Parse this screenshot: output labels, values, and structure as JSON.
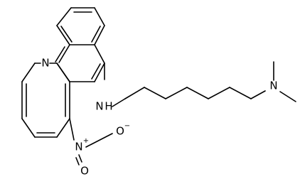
{
  "molecule": {
    "atoms": {
      "ring_n": "N",
      "amine_n": "N",
      "amine_h": "H",
      "dimethyl_n": "N",
      "nitro_n": "N",
      "nitro_plus": "+",
      "nitro_o_single": "O",
      "nitro_minus": "−",
      "nitro_o_double": "O"
    },
    "colors": {
      "bond": "#000000",
      "label": "#000000",
      "background": "#ffffff"
    }
  }
}
